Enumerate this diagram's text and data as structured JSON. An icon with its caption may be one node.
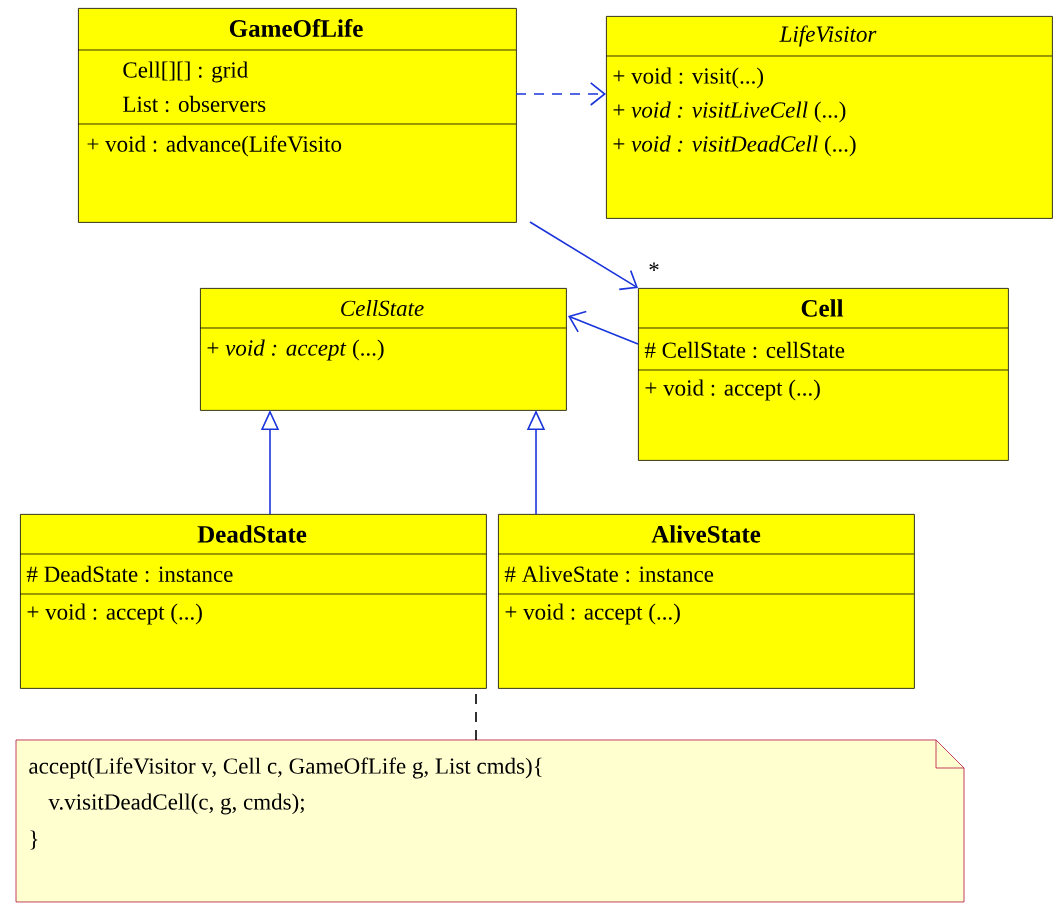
{
  "diagram": {
    "nodes": [
      {
        "text": [
          "GameOfLife",
          "Cell[][] : grid",
          "List : observers",
          "+ void : advance(LifeVisito"
        ]
      },
      {
        "text": [
          "LifeVisitor",
          "+ void : visit(...)",
          "+ *void : visitLiveCell* (...)",
          "+ *void : visitDeadCell* (...)"
        ]
      },
      {
        "text": [
          "CellState",
          "+ *void : accept* (...)"
        ]
      },
      {
        "text": [
          "Cell",
          "# CellState : cellState",
          "+ void : accept (...)"
        ]
      },
      {
        "text": [
          "DeadState",
          "# DeadState : instance",
          "+ void : accept (...)"
        ]
      },
      {
        "text": [
          "AliveState",
          "# AliveState : instance",
          "+ void : accept (...)"
        ]
      },
      {
        "text": [
          "accept(LifeVisitor v, Cell c, GameOfLife g, List cmds){",
          "v.visitDeadCell(c, g, cmds);",
          "}"
        ]
      }
    ],
    "edges": [
      {
        "from": 0,
        "to": 1,
        "arrow": "to",
        "style": "dashed"
      },
      {
        "from": 0,
        "to": 3,
        "arrow": "to",
        "label": "*"
      },
      {
        "from": 3,
        "to": 2,
        "arrow": "to"
      },
      {
        "from": 4,
        "to": 2,
        "arrow": "to"
      },
      {
        "from": 5,
        "to": 2,
        "arrow": "to"
      },
      {
        "from": 6,
        "to": 4,
        "arrow": "none",
        "style": "dashed",
        "color": "#000000"
      }
    ]
  }
}
